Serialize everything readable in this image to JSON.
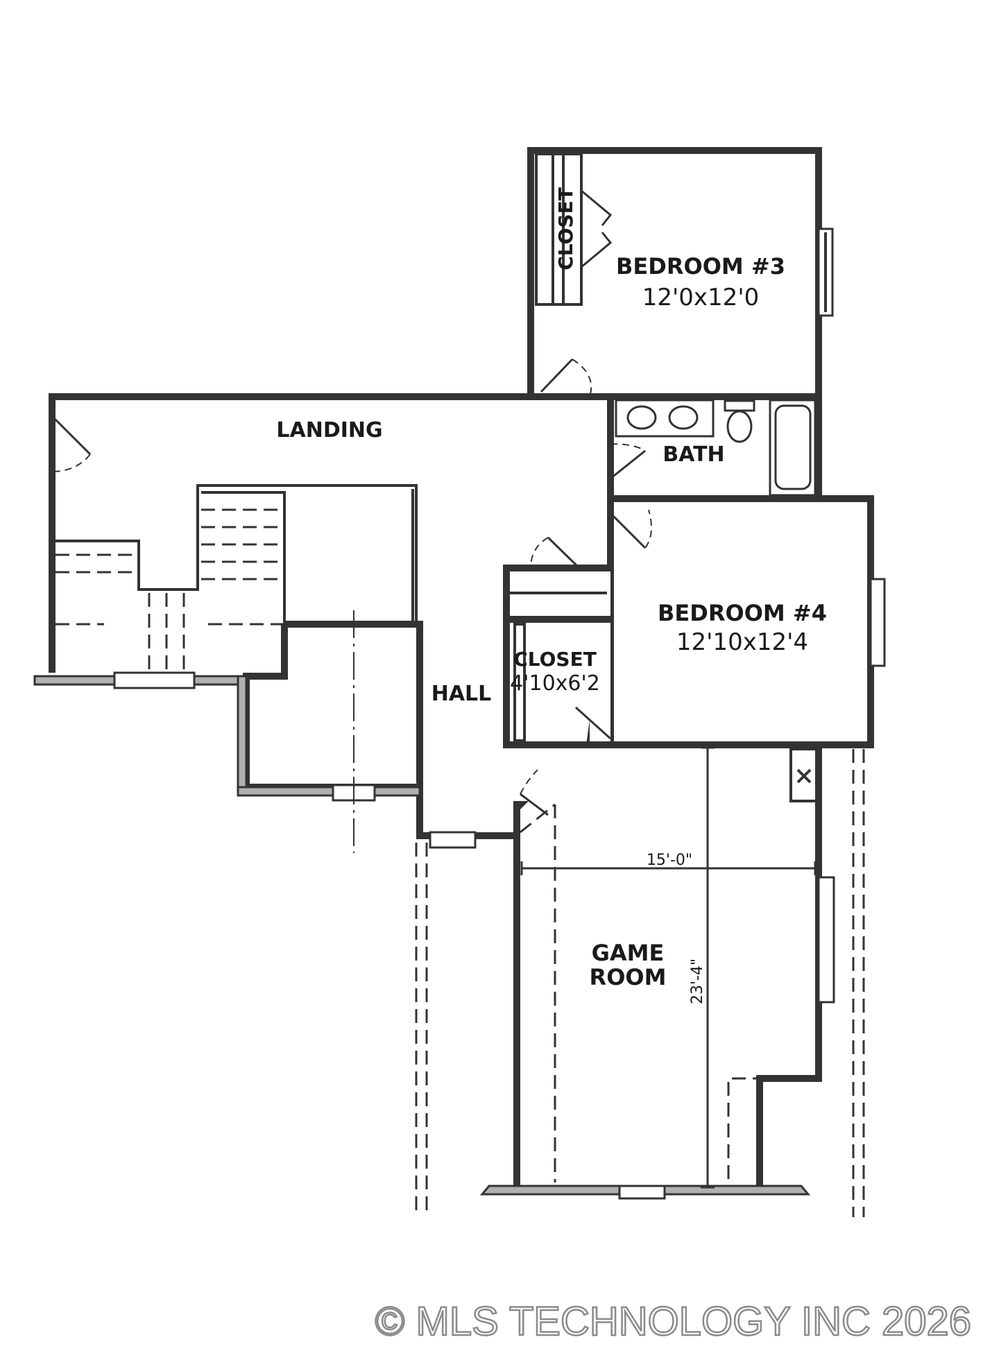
{
  "rooms": {
    "bedroom3": {
      "name": "BEDROOM #3",
      "size": "12'0x12'0"
    },
    "bedroom4": {
      "name": "BEDROOM #4",
      "size": "12'10x12'4"
    },
    "closet_bedroom3": {
      "name": "CLOSET"
    },
    "closet_bedroom4": {
      "name": "CLOSET",
      "size": "4'10x6'2"
    },
    "landing": {
      "name": "LANDING"
    },
    "bath": {
      "name": "BATH"
    },
    "hall": {
      "name": "HALL"
    },
    "game_room": {
      "name_line1": "GAME",
      "name_line2": "ROOM"
    }
  },
  "dimensions": {
    "game_room_width": "15'-0\"",
    "game_room_depth": "23'-4\""
  },
  "watermark": "© MLS TECHNOLOGY INC 2026"
}
